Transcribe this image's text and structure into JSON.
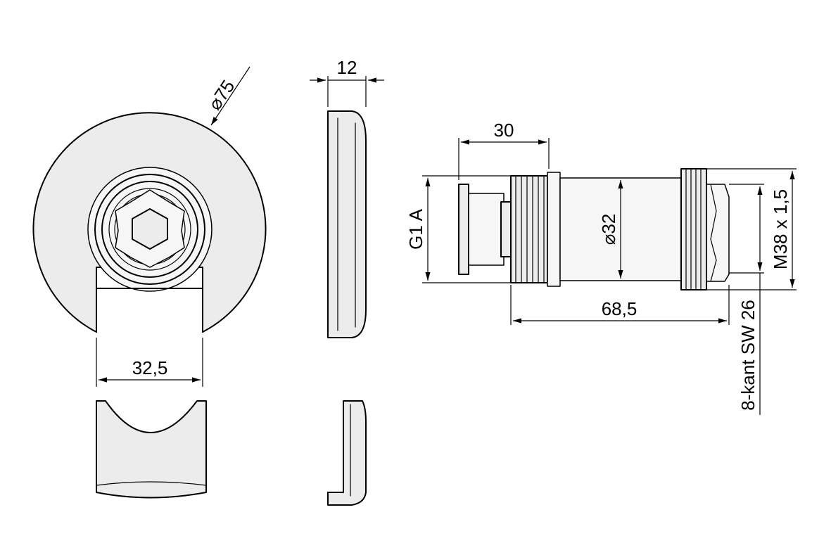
{
  "dimensions": {
    "rosette_diameter": "⌀75",
    "rosette_thickness": "12",
    "slot_width": "32,5",
    "thread_section_length": "30",
    "inlet_thread": "G1 A",
    "body_diameter": "⌀32",
    "outlet_thread": "M38 x 1,5",
    "overall_length": "68,5",
    "wrench_size": "8-kant SW 26"
  },
  "colors": {
    "line": "#000000",
    "shade": "#ececec",
    "background": "#ffffff"
  }
}
